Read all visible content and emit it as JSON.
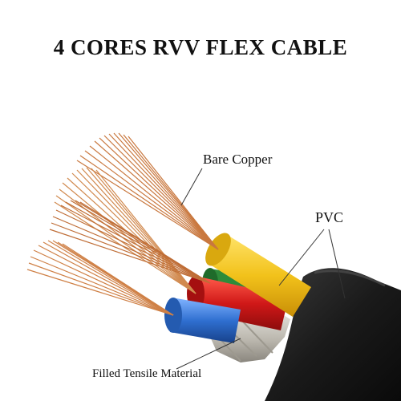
{
  "title": "4 CORES RVV FLEX CABLE",
  "callouts": {
    "bare_copper": "Bare Copper",
    "pvc": "PVC",
    "filler": "Filled Tensile Material"
  },
  "colors": {
    "sheath": "#1c1c1c",
    "core_yellow": "#f2c21b",
    "core_green": "#2e8b3a",
    "core_red": "#d01818",
    "core_blue": "#2f6fd0",
    "copper": "#c9783f",
    "filler": "#b9b5ac"
  }
}
